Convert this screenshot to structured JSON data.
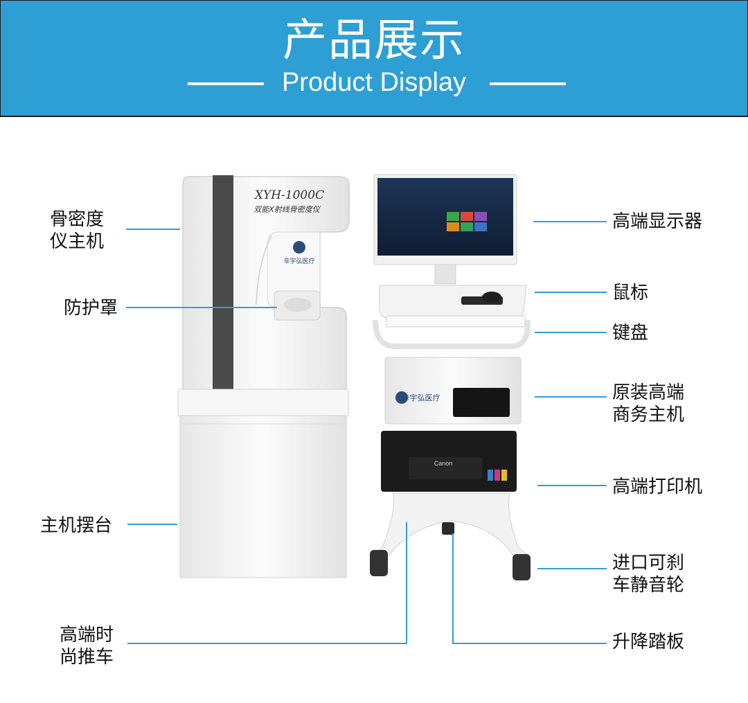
{
  "header": {
    "title": "产品展示",
    "subtitle": "Product Display"
  },
  "device_text": {
    "model": "XYH-1000C",
    "model_sub": "双能X射线骨密度仪",
    "brand": "辛宇弘医疗",
    "printer_brand": "Canon"
  },
  "labels": {
    "host_line1": "骨密度",
    "host_line2": "仪主机",
    "shield": "防护罩",
    "stand": "主机摆台",
    "cart_line1": "高端时",
    "cart_line2": "尚推车",
    "monitor": "高端显示器",
    "mouse": "鼠标",
    "keyboard": "键盘",
    "pc_line1": "原装高端",
    "pc_line2": "商务主机",
    "printer": "高端打印机",
    "wheels_line1": "进口可刹",
    "wheels_line2": "车静音轮",
    "pedal": "升降踏板"
  },
  "colors": {
    "banner": "#2e9fd4",
    "leader": "#2e9fd4",
    "device_white": "#f4f4f4",
    "stripe": "#4a4a4a"
  }
}
